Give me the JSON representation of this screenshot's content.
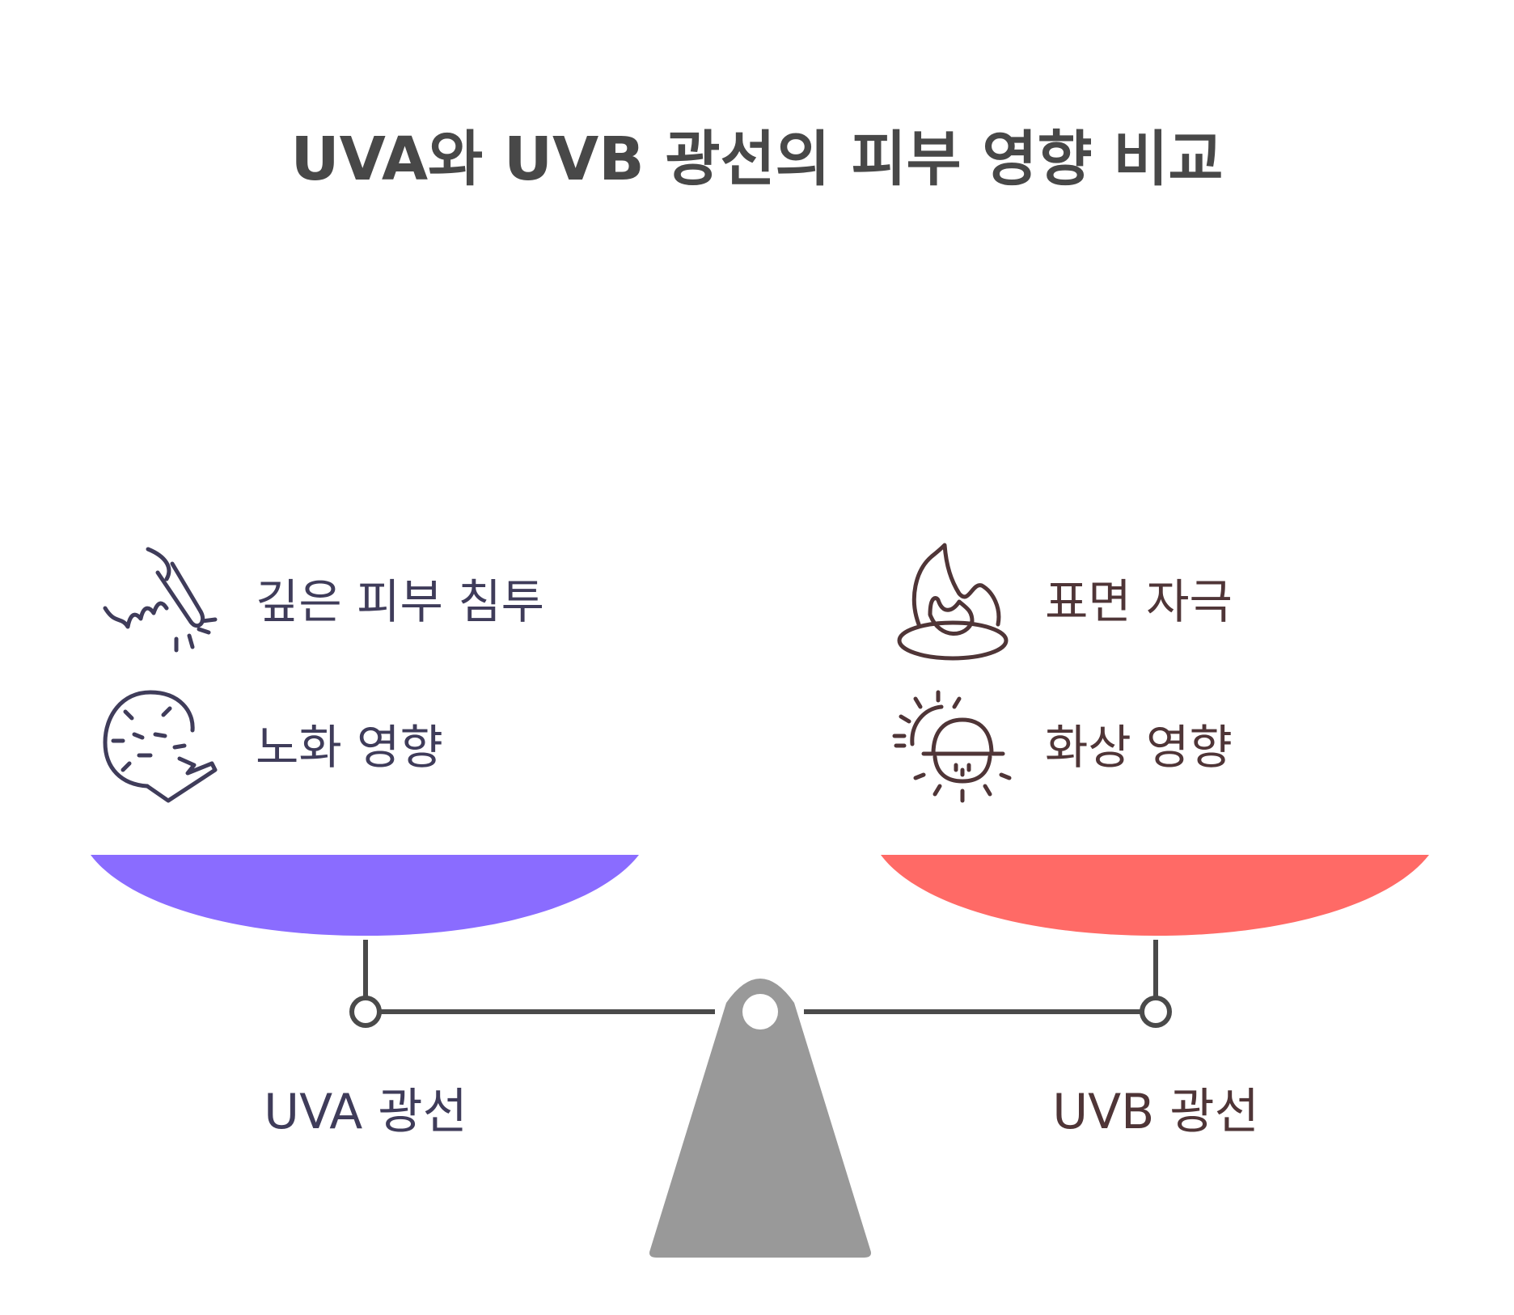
{
  "title": "UVA와 UVB 광선의 피부 영향 비교",
  "colors": {
    "title": "#484848",
    "uva_text": "#3f3c5a",
    "uvb_text": "#4f3537",
    "uva_pan": "#8a6cff",
    "uvb_pan": "#ff6a66",
    "beam": "#4a4a4a",
    "fulcrum": "#999999"
  },
  "uva": {
    "label": "UVA 광선",
    "items": [
      {
        "icon": "penetration-icon",
        "text": "깊은 피부 침투"
      },
      {
        "icon": "aging-face-icon",
        "text": "노화 영향"
      }
    ]
  },
  "uvb": {
    "label": "UVB 광선",
    "items": [
      {
        "icon": "flame-icon",
        "text": "표면 자극"
      },
      {
        "icon": "sunburn-icon",
        "text": "화상 영향"
      }
    ]
  }
}
